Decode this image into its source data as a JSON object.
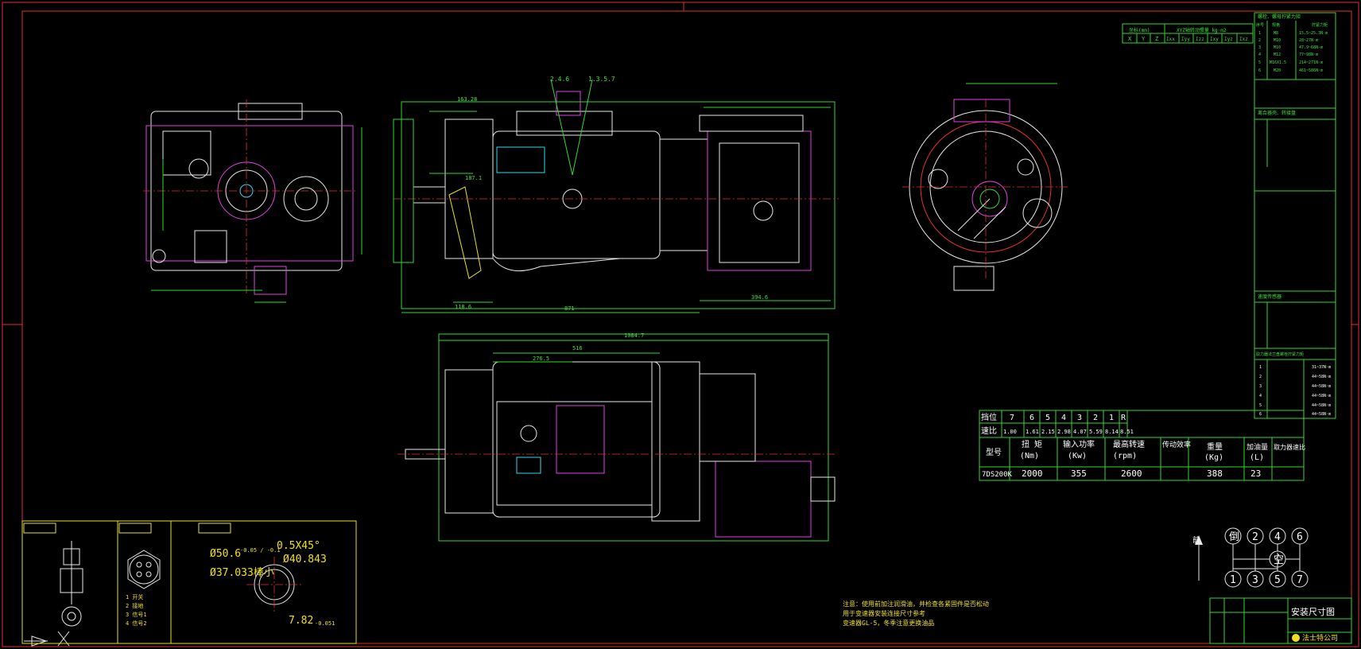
{
  "colors": {
    "background": "#000000",
    "frame": "#e03030",
    "table_lines": "#2fd92f",
    "part_lines": "#e8e8e8",
    "detail_lines": "#e040e0",
    "notes_text": "#f0e020"
  },
  "spec_table": {
    "gear_row_label": "挡位",
    "gears": [
      "7",
      "6",
      "5",
      "4",
      "3",
      "2",
      "1",
      "R"
    ],
    "ratio_row_label": "速比",
    "ratios": [
      "1.00",
      "1.61",
      "2.15",
      "2.98",
      "4.07",
      "5.59",
      "8.14",
      "8.51"
    ],
    "headers": [
      {
        "line1": "型号",
        "line2": ""
      },
      {
        "line1": "扭 矩",
        "line2": "(Nm)"
      },
      {
        "line1": "输入功率",
        "line2": "(Kw)"
      },
      {
        "line1": "最高转速",
        "line2": "(rpm)"
      },
      {
        "line1": "传动效率",
        "line2": ""
      },
      {
        "line1": "重量",
        "line2": "(Kg)"
      },
      {
        "line1": "加油量",
        "line2": "(L)"
      },
      {
        "line1": "取力器速比",
        "line2": ""
      }
    ],
    "values": [
      "7DS200K",
      "2000",
      "355",
      "2600",
      "",
      "388",
      "23",
      ""
    ]
  },
  "inertia_table": {
    "header_left": "坐标(mm)",
    "header_right": "XYZ轴转动惯量 kg·m2",
    "columns": [
      "X",
      "Y",
      "Z",
      "Ixx",
      "Iyy",
      "Izz",
      "Ixy",
      "Iyz",
      "Ixz"
    ]
  },
  "bolt_torque_table": {
    "title": "螺栓、螺母拧紧力矩",
    "columns": [
      "序号",
      "规格",
      "拧紧力矩"
    ],
    "rows": [
      [
        "1",
        "M8",
        "15.5~25.3N·m"
      ],
      [
        "2",
        "M10",
        "28~27N·m"
      ],
      [
        "3",
        "M10",
        "47.9~68N·m"
      ],
      [
        "4",
        "M12",
        "77~98N·m"
      ],
      [
        "5",
        "M16X1.5",
        "214~271N·m"
      ],
      [
        "6",
        "M20",
        "461~586N·m"
      ]
    ]
  },
  "mid_table_1": {
    "title": "离合器壳、转接盘"
  },
  "mid_table_2": {
    "title": "速度传感器"
  },
  "pto_table": {
    "title": "取力器法兰盘螺栓拧紧力矩",
    "rows": [
      [
        "1",
        "31~37N·m"
      ],
      [
        "2",
        "44~58N·m"
      ],
      [
        "3",
        "44~58N·m"
      ],
      [
        "4",
        "44~58N·m"
      ],
      [
        "5",
        "44~58N·m"
      ],
      [
        "6",
        "44~58N·m"
      ]
    ]
  },
  "spline_detail": {
    "dim_chamfer": "0.5X45°",
    "dim_outer": "Ø50.6",
    "dim_outer_tol": "-0.05 / -0.1",
    "dim_pitch": "Ø40.843",
    "dim_root": "Ø37.033棒小",
    "dim_width": "7.82",
    "dim_width_tol": "-0.051"
  },
  "connector_legend": [
    "1  开关",
    "2  接地",
    "3  信号1",
    "4  信号2"
  ],
  "shift_pattern": {
    "top": [
      "倒",
      "2",
      "4",
      "6"
    ],
    "mid": "空",
    "bottom": [
      "1",
      "3",
      "5",
      "7"
    ],
    "arrow_label": "前"
  },
  "main_views": {
    "dims_side_view": [
      "163.28",
      "187.1",
      "1.3.5.7",
      "2.4.6",
      "118.6",
      "871",
      "394.6"
    ],
    "dims_top_view": [
      "1084.7",
      "516",
      "276.5"
    ]
  },
  "notes": [
    "注意：使用前加注润滑油，并检查各紧固件是否松动",
    "用于变速器安装连接尺寸参考",
    "变速器GL-5，冬季注意更换油品"
  ],
  "title_block": {
    "drawing_name": "安装尺寸图",
    "company": "法士特公司"
  }
}
